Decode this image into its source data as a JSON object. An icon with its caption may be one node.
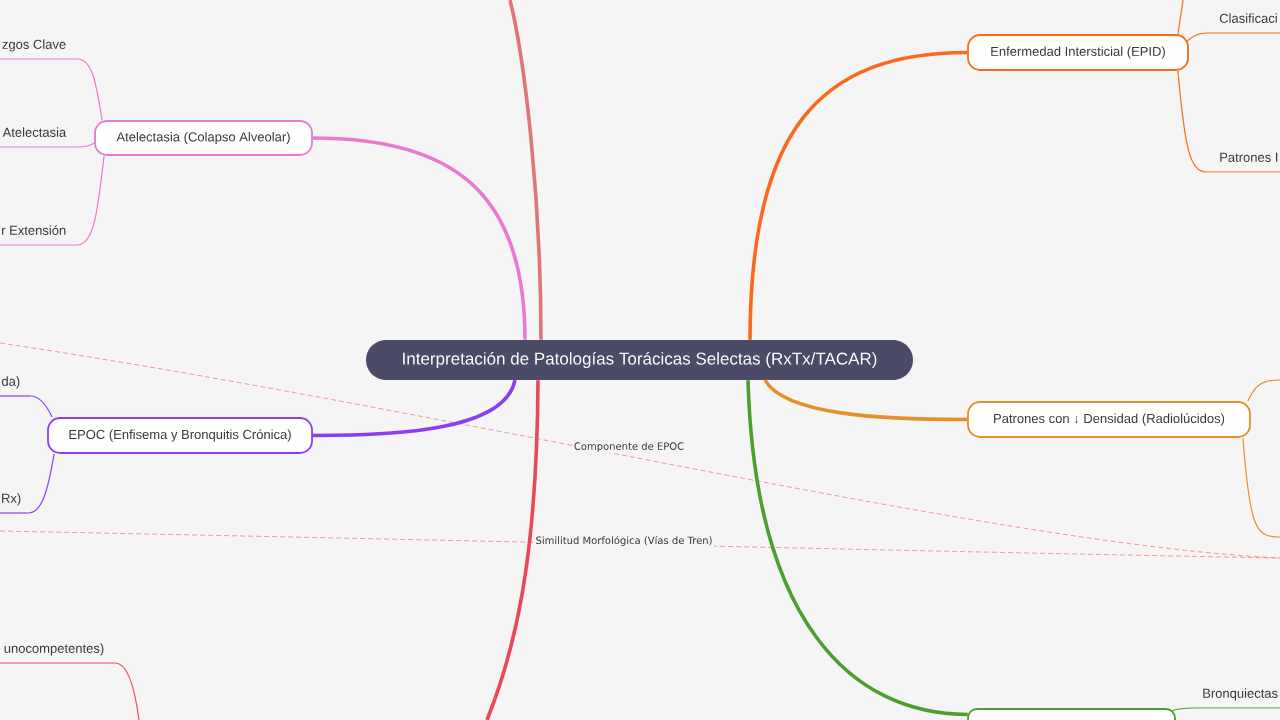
{
  "diagram": {
    "nodes": [
      {
        "text": [
          "Interpretación de Patologías Torácicas Selectas (RxTx/TACAR)"
        ]
      },
      {
        "text": [
          "Atelectasia (Colapso Alveolar)"
        ]
      },
      {
        "text": [
          "zgos Clave"
        ]
      },
      {
        "text": [
          "Atelectasia"
        ]
      },
      {
        "text": [
          "r Extensión"
        ]
      },
      {
        "text": [
          "EPOC (Enfisema y Bronquitis Crónica)"
        ]
      },
      {
        "text": [
          "da)"
        ]
      },
      {
        "text": [
          "Rx)"
        ]
      },
      {
        "text": [
          "unocompetentes)"
        ]
      },
      {
        "text": [
          "Enfermedad Intersticial (EPID)"
        ]
      },
      {
        "text": [
          "Clasificaci"
        ]
      },
      {
        "text": [
          "Patrones I"
        ]
      },
      {
        "text": [
          "Patrones con ↓ Densidad (Radiolúcidos)"
        ]
      },
      {
        "text": [],
        "shape": "box"
      },
      {
        "text": [
          "Bronquiectas"
        ]
      }
    ],
    "edges": [
      {
        "from": 0,
        "to": 1,
        "arrow": "none",
        "style": "thick",
        "color": "#e67bd1"
      },
      {
        "from": 1,
        "to": 2,
        "arrow": "none",
        "color": "#e67bd1"
      },
      {
        "from": 1,
        "to": 3,
        "arrow": "none",
        "color": "#e67bd1"
      },
      {
        "from": 1,
        "to": 4,
        "arrow": "none",
        "color": "#e67bd1"
      },
      {
        "from": 0,
        "to": 5,
        "arrow": "none",
        "style": "thick",
        "color": "#8c3ff2"
      },
      {
        "from": 5,
        "to": 6,
        "arrow": "none",
        "color": "#8c3ff2"
      },
      {
        "from": 5,
        "to": 7,
        "arrow": "none",
        "color": "#8c3ff2"
      },
      {
        "from": 0,
        "to": null,
        "arrow": "none",
        "style": "thick",
        "color": "#e07478"
      },
      {
        "from": 0,
        "to": null,
        "arrow": "none",
        "style": "thick",
        "color": "#e8475c"
      },
      {
        "from": null,
        "to": 8,
        "arrow": "none",
        "color": "#e8475c"
      },
      {
        "from": 0,
        "to": 9,
        "arrow": "none",
        "style": "thick",
        "color": "#fb6a1c"
      },
      {
        "from": 9,
        "to": null,
        "arrow": "none",
        "color": "#fb6a1c"
      },
      {
        "from": 9,
        "to": 10,
        "arrow": "none",
        "color": "#fb6a1c"
      },
      {
        "from": 9,
        "to": 11,
        "arrow": "none",
        "color": "#fb6a1c"
      },
      {
        "from": 0,
        "to": 12,
        "arrow": "none",
        "style": "thick",
        "color": "#e3922b"
      },
      {
        "from": 12,
        "to": null,
        "arrow": "none",
        "color": "#e3922b"
      },
      {
        "from": 12,
        "to": null,
        "arrow": "none",
        "color": "#e3922b"
      },
      {
        "from": 0,
        "to": 13,
        "arrow": "none",
        "style": "thick",
        "color": "#4c9e2e"
      },
      {
        "from": 13,
        "to": 14,
        "arrow": "none",
        "color": "#4c9e2e"
      }
    ],
    "labels": [
      "Componente de EPOC",
      "Similitud Morfológica (Vías de Tren)"
    ]
  }
}
